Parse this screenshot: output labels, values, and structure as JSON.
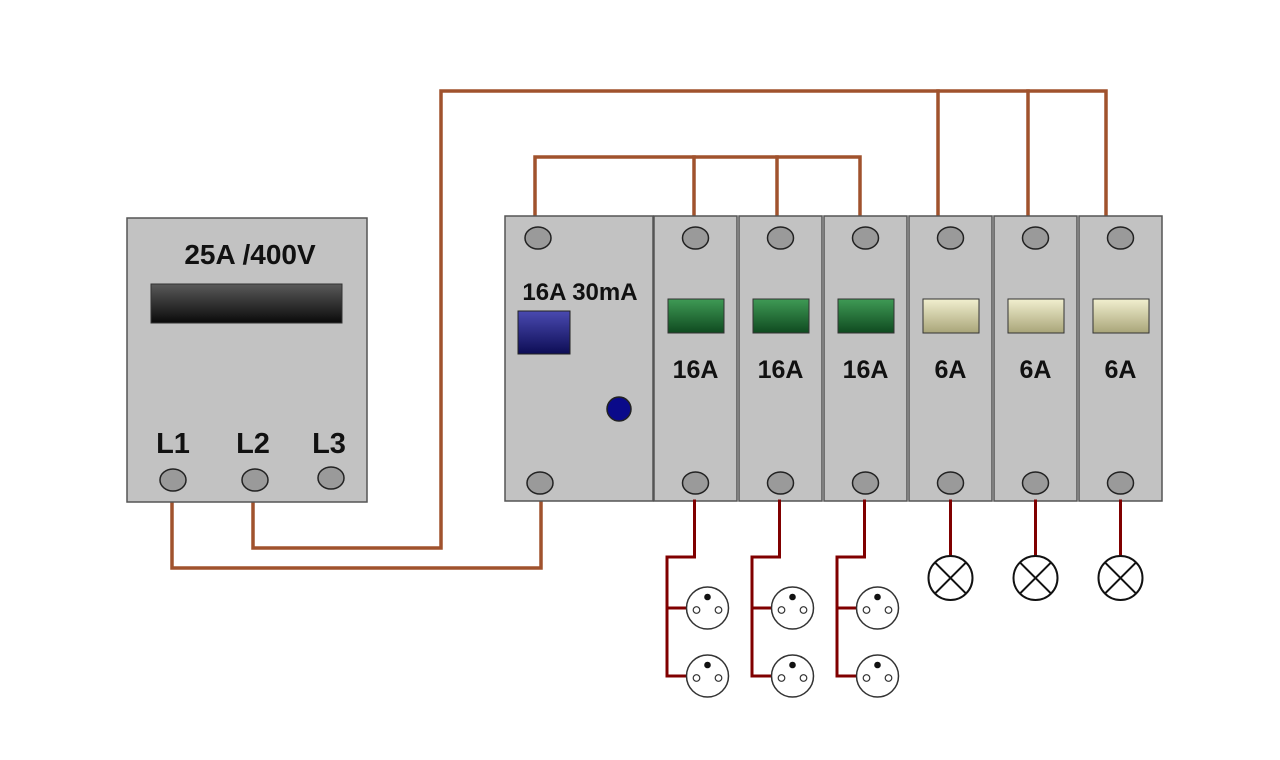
{
  "main_unit": {
    "rating_label": "25A /400V",
    "terminals": [
      "L1",
      "L2",
      "L3"
    ]
  },
  "rcd": {
    "label": "16A 30mA"
  },
  "breakers": [
    {
      "label": "16A",
      "type": "socket-circuit"
    },
    {
      "label": "16A",
      "type": "socket-circuit"
    },
    {
      "label": "16A",
      "type": "socket-circuit"
    },
    {
      "label": "6A",
      "type": "lighting-circuit"
    },
    {
      "label": "6A",
      "type": "lighting-circuit"
    },
    {
      "label": "6A",
      "type": "lighting-circuit"
    }
  ],
  "colors": {
    "supply_wire": "#a0522d",
    "load_wire": "#800000",
    "panel": "#c2c2c2",
    "socket_switch": "#2e7d3f",
    "light_switch": "#d8d6b0",
    "rcd_button": "#1e1e7a",
    "rcd_indicator": "#0a0a8a"
  },
  "icons": {
    "socket": "power-socket-icon",
    "lamp": "lamp-icon"
  }
}
